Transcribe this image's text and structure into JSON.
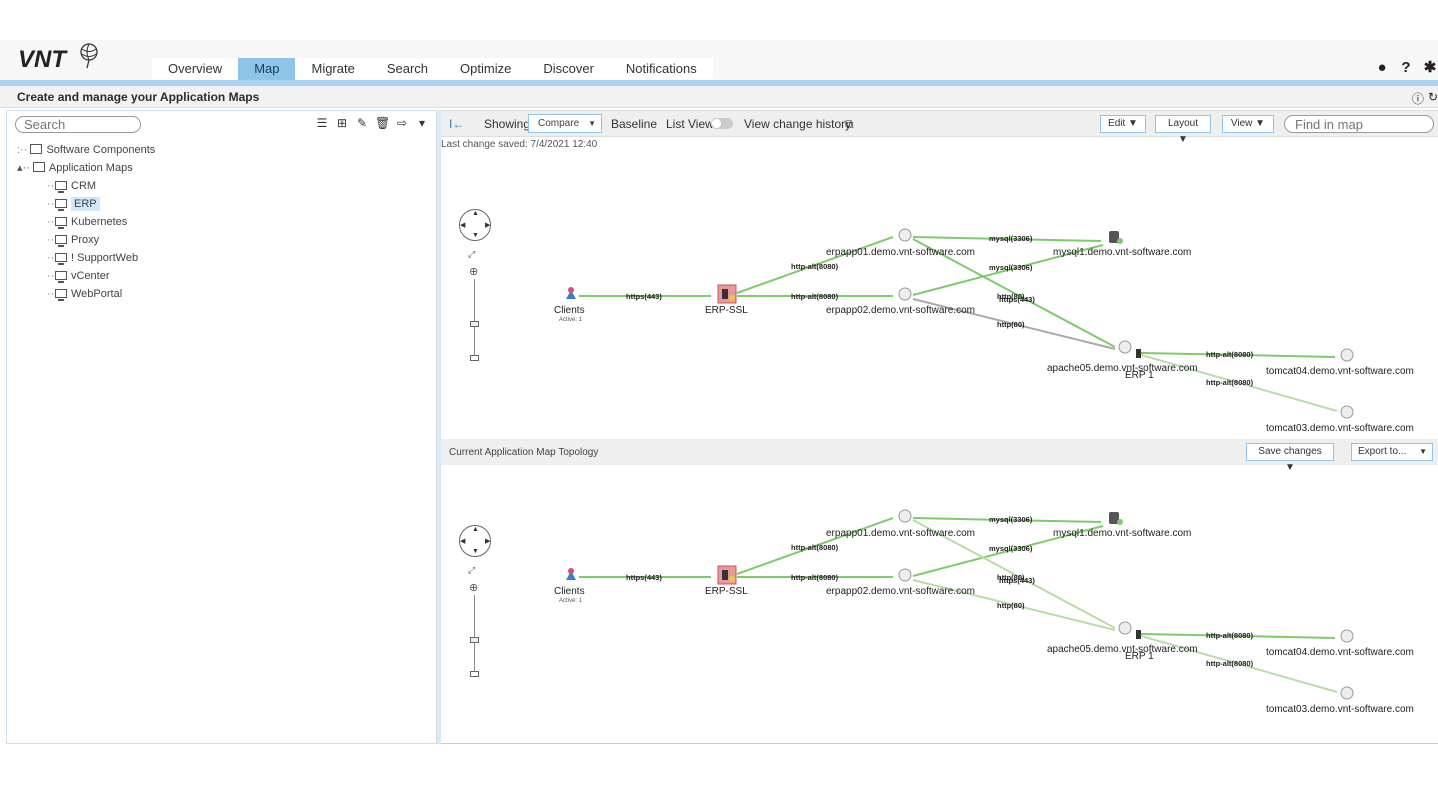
{
  "app": {
    "logo": "VNT",
    "tabs": [
      "Overview",
      "Map",
      "Migrate",
      "Search",
      "Optimize",
      "Discover",
      "Notifications"
    ],
    "active_tab": "Map",
    "top_icons": [
      "user-icon",
      "help-icon",
      "settings-icon"
    ]
  },
  "subheader": {
    "title": "Create and manage your Application Maps",
    "icons": [
      "info-icon",
      "refresh-icon"
    ]
  },
  "left": {
    "search_placeholder": "Search",
    "tools": [
      "list-icon",
      "add-icon",
      "edit-icon",
      "delete-icon",
      "export-icon",
      "dropdown-icon"
    ],
    "tree": {
      "software_components": "Software Components",
      "application_maps": "Application Maps",
      "maps": [
        "CRM",
        "ERP",
        "Kubernetes",
        "Proxy",
        "! SupportWeb",
        "vCenter",
        "WebPortal"
      ],
      "selected": "ERP"
    }
  },
  "toolbar": {
    "collapse_icon": "collapse-left-icon",
    "showing_label": "Showing",
    "showing_value": "Compare",
    "baseline_label": "Baseline",
    "list_view_label": "List View",
    "list_view_on": false,
    "history_label": "View change history",
    "edit": "Edit ▼",
    "layout": "Layout ▼",
    "view": "View ▼",
    "find_placeholder": "Find in map",
    "last_saved": "Last change saved: 7/4/2021 12:40"
  },
  "topology": {
    "title": "Current Application Map Topology",
    "save_changes": "Save changes ▼",
    "export": "Export to..."
  },
  "map": {
    "nodes": {
      "clients": "Clients",
      "clients_sub": "Active: 1",
      "erp_ssl": "ERP-SSL",
      "erpapp01": "erpapp01.demo.vnt-software.com",
      "erpapp02": "erpapp02.demo.vnt-software.com",
      "mysql1": "mysql1.demo.vnt-software.com",
      "apache05": "apache05.demo.vnt-software.com",
      "erp1": "ERP 1",
      "tomcat04": "tomcat04.demo.vnt-software.com",
      "tomcat03": "tomcat03.demo.vnt-software.com"
    },
    "edges": {
      "https443": "https(443)",
      "http_alt_8080": "http-alt(8080)",
      "mysql_3306": "mysql(3306)",
      "http_80": "http(80)",
      "https_443b": "https(443)",
      "http_80b": "http(80)"
    },
    "colors": {
      "edge_green": "#7ccc6c",
      "edge_gray": "#aaaaaa",
      "edge_light": "#b9dca9"
    }
  }
}
